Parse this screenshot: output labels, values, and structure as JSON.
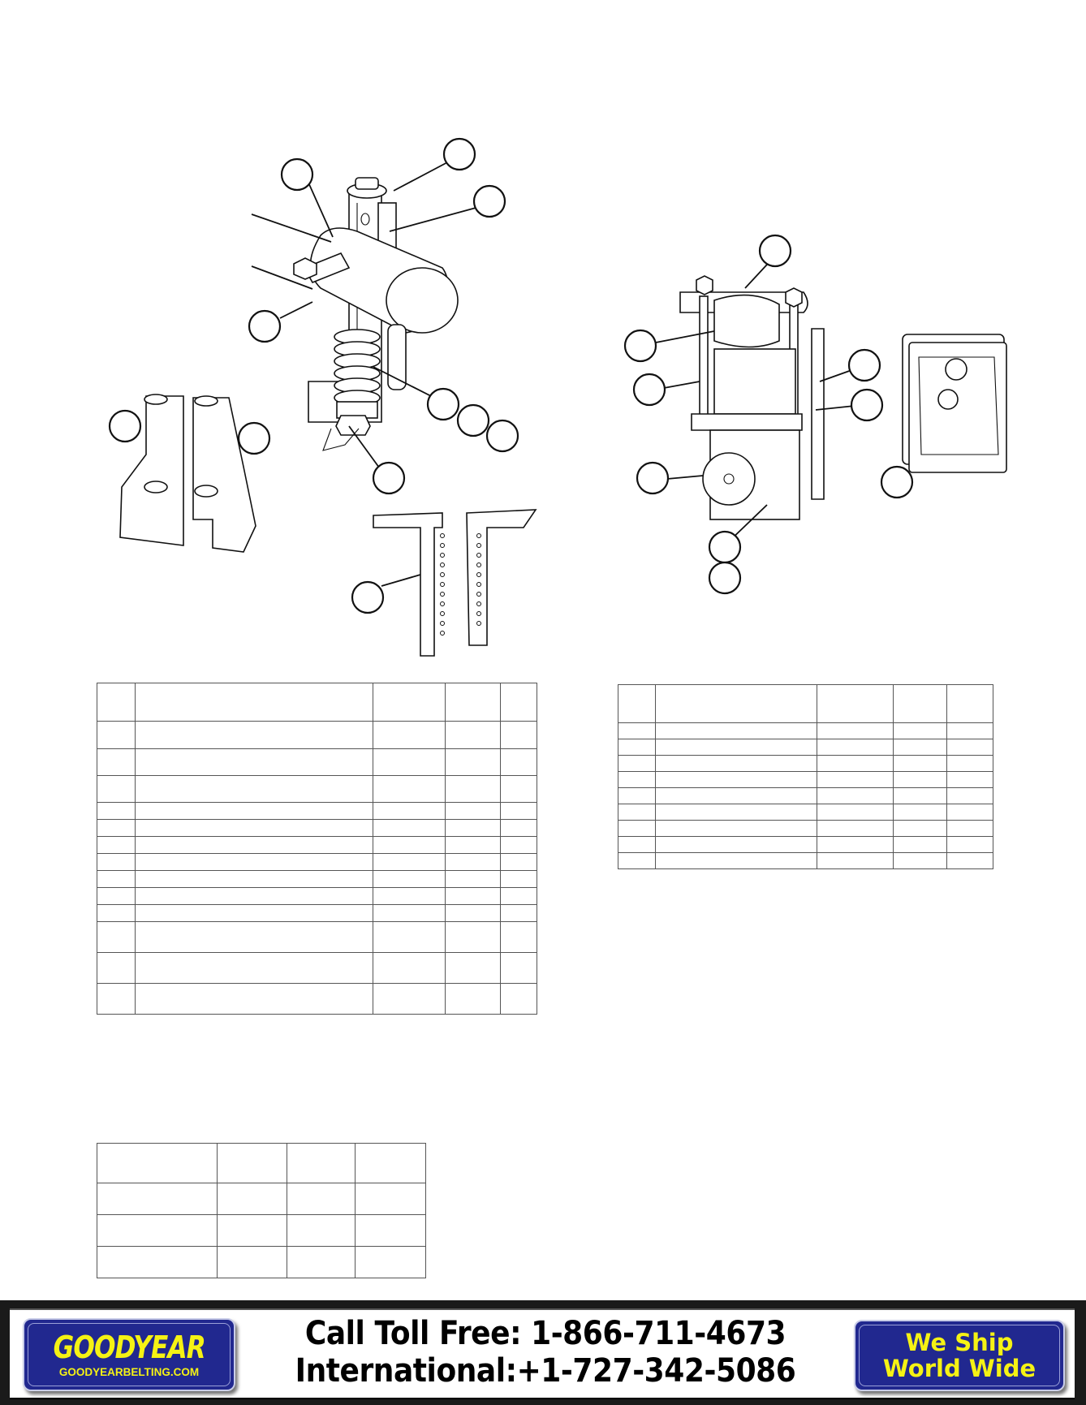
{
  "document": {
    "type": "parts-list-template",
    "drawings": [
      {
        "name": "cleaner-tensioner-assembly",
        "callout_count": 12
      },
      {
        "name": "air-tensioner-assembly",
        "callout_count": 10
      }
    ],
    "tables": [
      {
        "name": "parts-table-left",
        "columns": 5,
        "rows": 14,
        "cells_empty": true
      },
      {
        "name": "parts-table-right",
        "columns": 5,
        "rows": 9,
        "cells_empty": true
      },
      {
        "name": "spec-table-bottom",
        "columns": 4,
        "rows": 3,
        "cells_empty": true
      }
    ]
  },
  "banner": {
    "brand": "GOODYEAR",
    "website": "GOODYEARBELTING.COM",
    "toll_free": "Call Toll Free: 1-866-711-4673",
    "international": "International:+1-727-342-5086",
    "ship_line1": "We Ship",
    "ship_line2": "World Wide",
    "colors": {
      "badge_blue": "#21288f",
      "badge_text_yellow": "#f5f214",
      "frame": "#1a1a1a"
    }
  }
}
